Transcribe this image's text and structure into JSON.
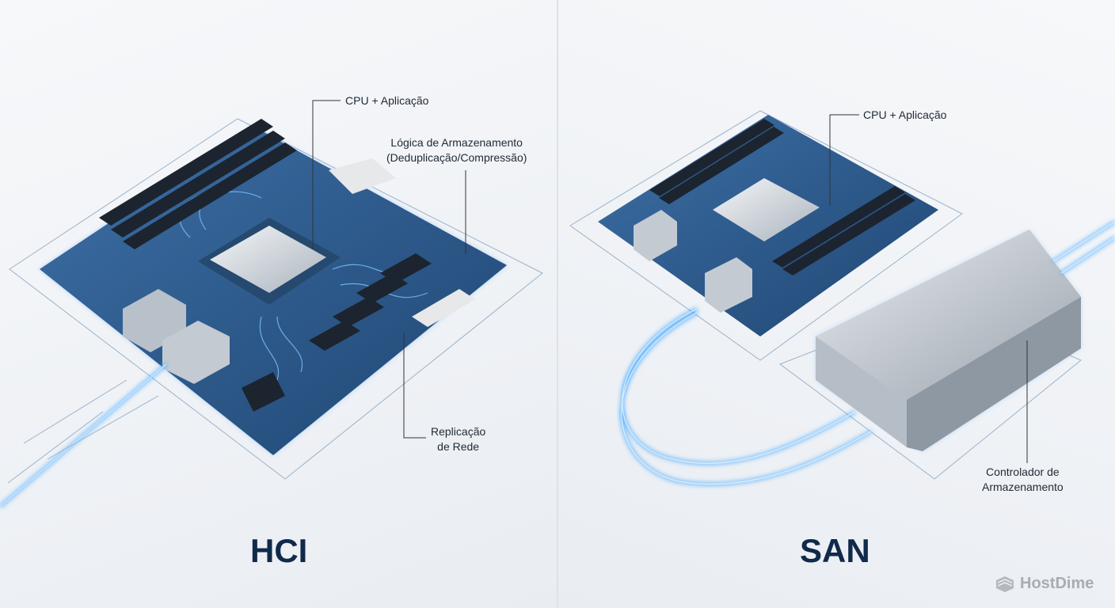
{
  "hci": {
    "title": "HCI",
    "labels": {
      "cpu": "CPU + Aplicação",
      "storage_logic_line1": "Lógica de Armazenamento",
      "storage_logic_line2": "(Deduplicação/Compressão)",
      "replication_line1": "Replicação",
      "replication_line2": "de Rede"
    }
  },
  "san": {
    "title": "SAN",
    "labels": {
      "cpu": "CPU + Aplicação",
      "controller_line1": "Controlador de",
      "controller_line2": "Armazenamento"
    }
  },
  "logo": {
    "text": "HostDime"
  },
  "colors": {
    "board": "#2f5d8f",
    "glow": "#3aa3ff",
    "title": "#102a4a"
  }
}
